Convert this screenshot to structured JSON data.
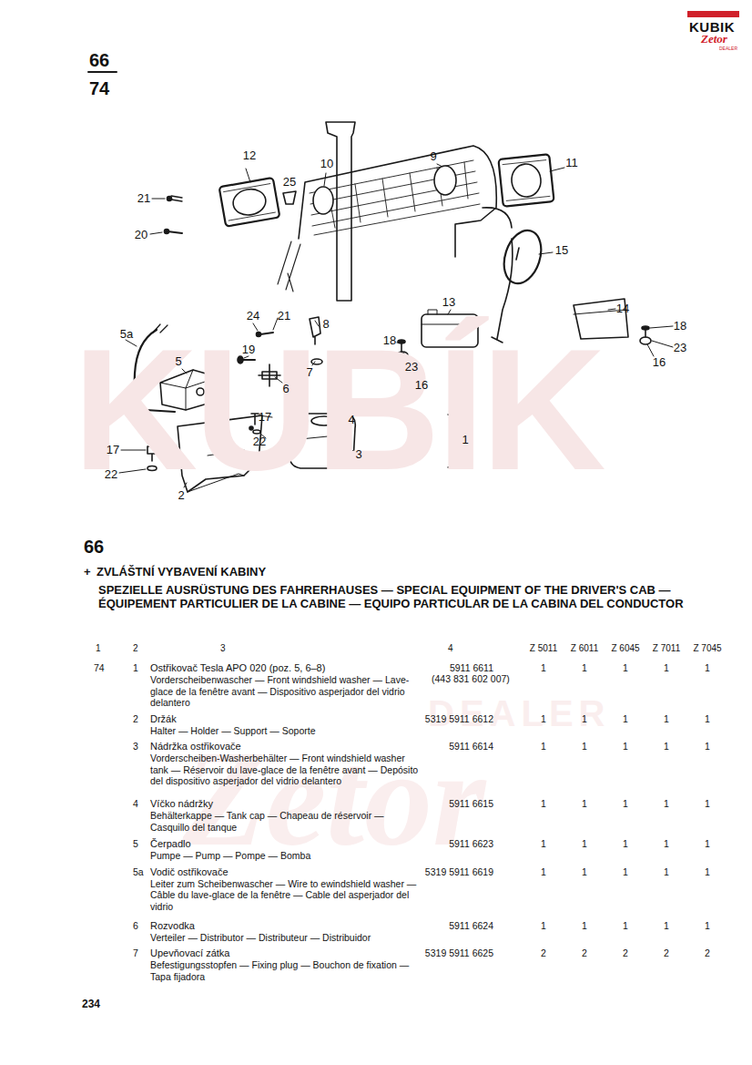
{
  "diagram": {
    "title": "ZVLÁŠTNÍ VYBAVENÍ KABINY",
    "labels": [
      "66",
      "74",
      "KUBIK",
      "Zetor",
      "DEALER",
      "KUBÍK",
      "Zetor",
      "DEALER",
      "12",
      "25",
      "21",
      "20",
      "10",
      "9",
      "11",
      "15",
      "24",
      "21",
      "8",
      "7",
      "5a",
      "5",
      "19",
      "6",
      "13",
      "14",
      "18",
      "18",
      "23",
      "23",
      "16",
      "16",
      "17",
      "22",
      "17",
      "22",
      "4",
      "3",
      "2",
      "1",
      "66",
      "+",
      "SPEZIELLE AUSRÜSTUNG DES FAHRERHAUSES — SPECIAL EQUIPMENT OF THE DRIVER'S CAB — ÉQUIPEMENT PARTICULIER DE LA CABINE — EQUIPO PARTICULAR DE LA CABINA DEL CONDUCTOR",
      "1",
      "2",
      "3",
      "4",
      "Z 5011",
      "Z 6011",
      "Z 6045",
      "Z 7011",
      "Z 7045",
      "74",
      "1",
      "Ostřikovač Tesla APO 020 (poz. 5, 6–8)",
      "Vorderscheibenwascher — Front windshield washer — Lave-glace de la fenêtre avant — Dispositivo asperjador del vidrio delantero",
      "5911 6611",
      "(443 831 602 007)",
      "1",
      "1",
      "1",
      "1",
      "1",
      "2",
      "Držák",
      "Halter — Holder — Support — Soporte",
      "5319 5911 6612",
      "1",
      "1",
      "1",
      "1",
      "1",
      "3",
      "Nádržka ostřikovače",
      "Vorderscheiben-Washerbehälter — Front windshield washer tank — Réservoir du lave-glace de la fenêtre avant — Depósito del dispositivo asperjador del vidrio delantero",
      "5911 6614",
      "1",
      "1",
      "1",
      "1",
      "1",
      "4",
      "Víčko nádržky",
      "Behälterkappe — Tank cap — Chapeau de réservoir — Casquillo del tanque",
      "5911 6615",
      "1",
      "1",
      "1",
      "1",
      "1",
      "5",
      "Čerpadlo",
      "Pumpe — Pump — Pompe — Bomba",
      "5911 6623",
      "1",
      "1",
      "1",
      "1",
      "1",
      "5a",
      "Vodič ostřikovače",
      "Leiter zum Scheibenwascher — Wire to ewindshield washer — Câble du lave-glace de la fenêtre — Cable del asperjador del vidrio",
      "5319 5911 6619",
      "1",
      "1",
      "1",
      "1",
      "1",
      "6",
      "Rozvodka",
      "Verteiler — Distributor — Distributeur — Distribuidor",
      "5911 6624",
      "1",
      "1",
      "1",
      "1",
      "1",
      "7",
      "Upevňovací zátka",
      "Befestigungsstopfen — Fixing plug — Bouchon de fixation — Tapa fijadora",
      "5319 5911 6625",
      "2",
      "2",
      "2",
      "2",
      "2",
      "234"
    ]
  }
}
